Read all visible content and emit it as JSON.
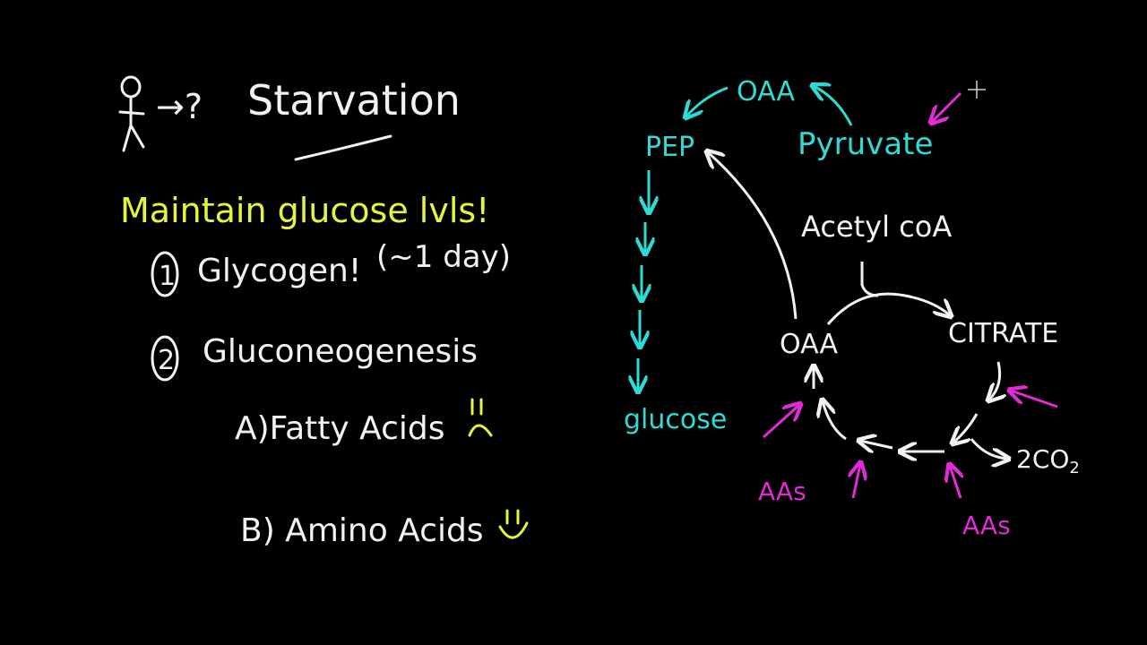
{
  "colors": {
    "background": "#000000",
    "white": "#f2f2f2",
    "yellow": "#e4f53c",
    "cyan": "#2fd9d4",
    "magenta": "#e22bd6"
  },
  "left": {
    "arrow_q": "→?",
    "title": "Starvation",
    "heading": "Maintain glucose lvls!",
    "item1_num": "1",
    "item1_text": "Glycogen!",
    "item1_note": "(~1 day)",
    "item2_num": "2",
    "item2_text": "Gluconeogenesis",
    "subA": "A)Fatty Acids",
    "subB": "B) Amino Acids"
  },
  "pathway": {
    "oaa_top": "OAA",
    "pep": "PEP",
    "pyruvate": "Pyruvate",
    "glucose": "glucose",
    "acetyl": "Acetyl coA",
    "citrate": "CITRATE",
    "oaa_cycle": "OAA",
    "co2": "2CO",
    "co2_sub": "2",
    "aas_left": "AAs",
    "aas_right": "AAs"
  },
  "icons": [
    "stick-figure-icon",
    "sad-face-icon",
    "happy-face-icon",
    "cursor-crosshair-icon"
  ]
}
